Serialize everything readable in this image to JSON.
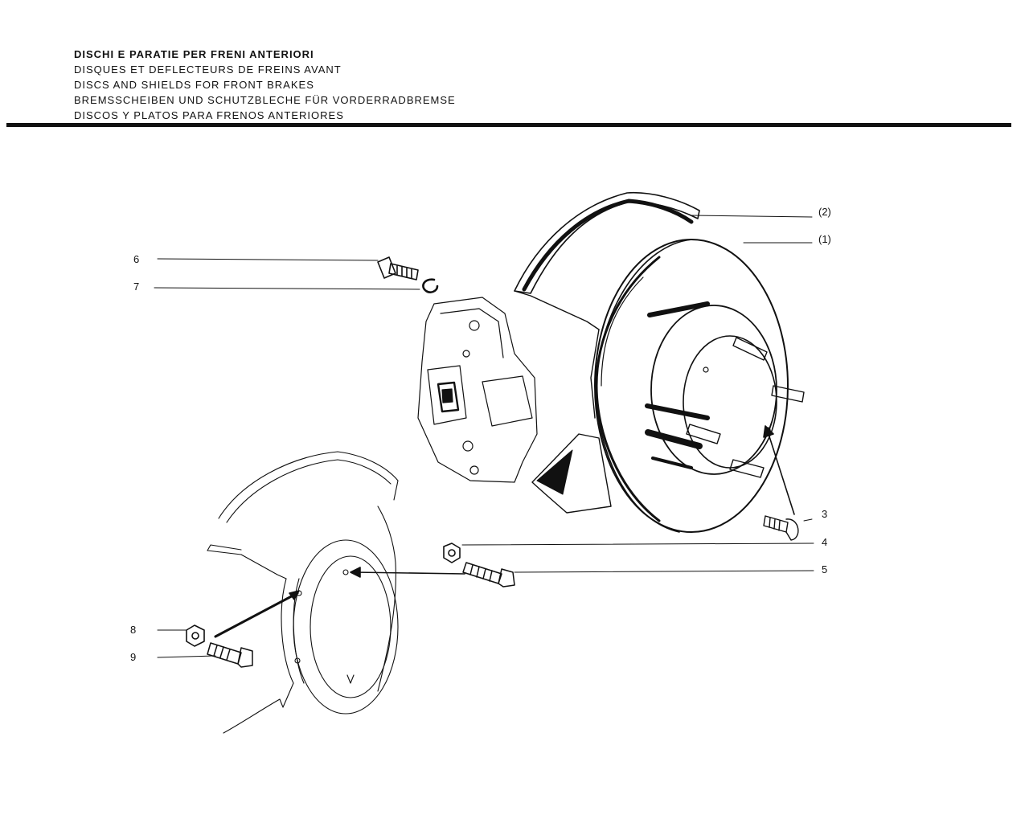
{
  "header": {
    "titles": [
      "DISCHI E PARATIE PER FRENI ANTERIORI",
      "DISQUES ET DEFLECTEURS DE FREINS AVANT",
      "DISCS AND SHIELDS FOR FRONT BRAKES",
      "BREMSSCHEIBEN UND SCHUTZBLECHE FÜR VORDERRADBREMSE",
      "DISCOS Y PLATOS PARA FRENOS ANTERIORES"
    ]
  },
  "callouts": {
    "c2": "(2)",
    "c1": "(1)",
    "c6": "6",
    "c7": "7",
    "c3": "3",
    "c4": "4",
    "c5": "5",
    "c8": "8",
    "c9": "9"
  }
}
